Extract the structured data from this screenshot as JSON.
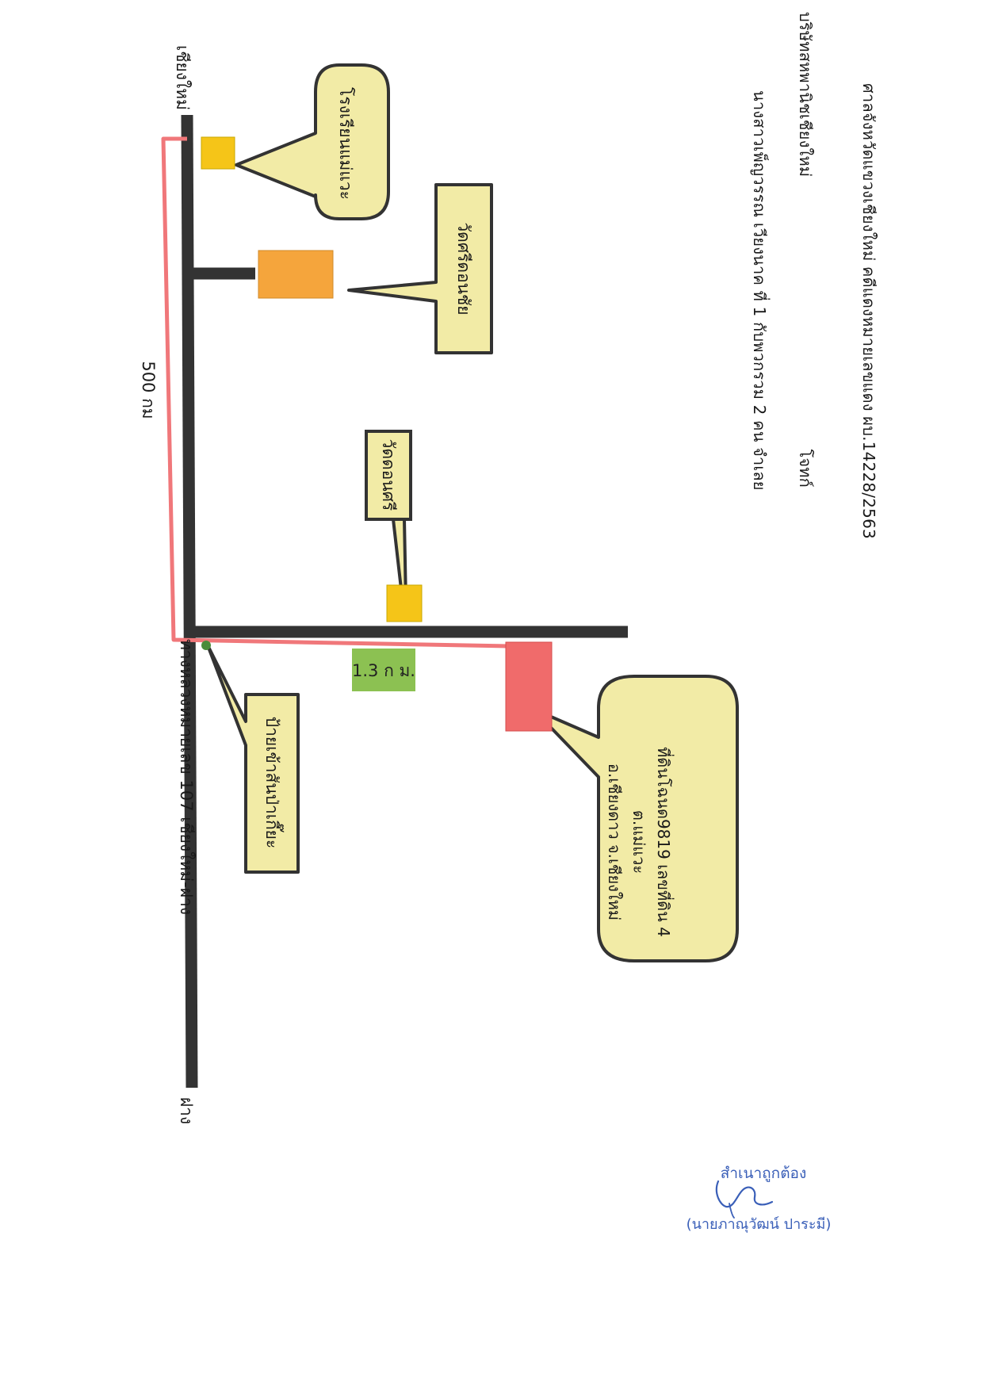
{
  "header": {
    "line1": "ศาลจังหวัดแขวงเชียงใหม่ คดีแดงหมายเลขแดง ผบ.14228/2563",
    "line2_left": "บริษัทสหพานิชเชียงใหม่",
    "line2_right": "โจทก์",
    "line3": "นางสาวเพ็ญวรรณ เวียงนาค ที่ 1 กับพวกรวม 2 คน จำเลย"
  },
  "map": {
    "road_end_north": "เชียงใหม่",
    "road_end_south": "ฝาง",
    "highway_label": "ทางหลวงหมายเลข 107 เชียงใหม่-ฝาง",
    "distance_main": "500 กม",
    "distance_branch": "1.3 ก ม.",
    "callouts": {
      "school": "โรงเรียนแม่แวะ",
      "temple_sri_don_chai": "วัดศรีดอนชัย",
      "temple_don_sri": "วัดดอนศรี",
      "bus_stop": "ป้ายเข้าสันป่าเกี๊ยะ",
      "land_line1": "ที่ดินโฉนด9819 เลขที่ดิน 4",
      "land_line2": "ต.แม่แวะ",
      "land_line3": "อ.เชียงดาว จ.เชียงใหม่"
    }
  },
  "certification": {
    "stamp": "สำเนาถูกต้อง",
    "name": "(นายภาณุวัฒน์ ปาระมี)"
  },
  "colors": {
    "road": "#333333",
    "route": "#f0777a",
    "callout_fill": "#f2eba6",
    "marker_yellow": "#f5c518",
    "marker_orange": "#f5a53c",
    "marker_red": "#f06b6b",
    "distance_green": "#8cc152",
    "stamp_blue": "#3a5fb8"
  }
}
